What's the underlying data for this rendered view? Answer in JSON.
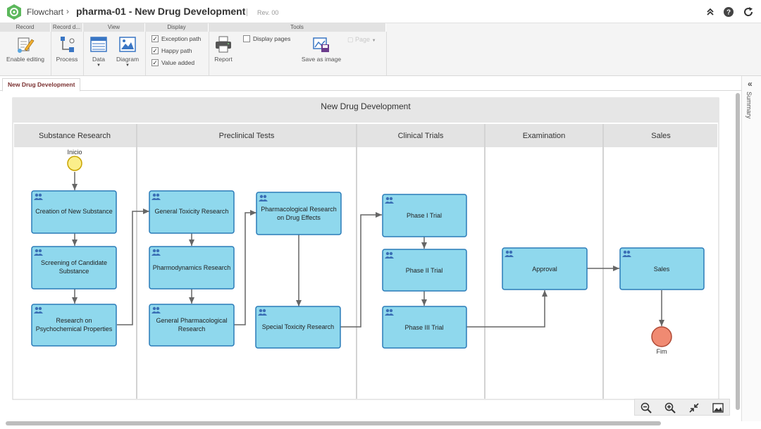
{
  "header": {
    "app_name": "Flowchart",
    "title": "pharma-01 - New Drug Development",
    "revision": "Rev. 00"
  },
  "ribbon": {
    "groups": {
      "record": "Record",
      "record_d": "Record d...",
      "view": "View",
      "display": "Display",
      "tools": "Tools"
    },
    "buttons": {
      "enable_editing": "Enable editing",
      "process": "Process",
      "data": "Data",
      "diagram": "Diagram",
      "report": "Report",
      "save_as_image": "Save as image",
      "page": "Page"
    },
    "checkboxes": {
      "exception_path": "Exception path",
      "happy_path": "Happy path",
      "value_added": "Value added",
      "display_pages": "Display pages"
    },
    "checked": {
      "exception_path": true,
      "happy_path": true,
      "value_added": true,
      "display_pages": false
    }
  },
  "tabs": {
    "active": "New Drug Development"
  },
  "sidebar": {
    "summary": "Summary"
  },
  "diagram": {
    "pool_title": "New Drug Development",
    "lanes": [
      "Substance Research",
      "Preclinical Tests",
      "Clinical Trials",
      "Examination",
      "Sales"
    ],
    "start_event": "Inicio",
    "end_event": "Fim",
    "tasks": {
      "creation": [
        "Creation of New Substance"
      ],
      "screening": [
        "Screening of Candidate",
        "Substance"
      ],
      "research": [
        "Research on",
        "Psychochemical Properties"
      ],
      "gen_tox": [
        "General Toxicity Research"
      ],
      "pharmodyn": [
        "Pharmodynamics Research"
      ],
      "gen_pharm": [
        "General Pharmacological",
        "Research"
      ],
      "pharm_eff": [
        "Pharmacological Research",
        "on Drug Effects"
      ],
      "special_tox": [
        "Special Toxicity Research"
      ],
      "phase1": [
        "Phase I Trial"
      ],
      "phase2": [
        "Phase II Trial"
      ],
      "phase3": [
        "Phase III Trial"
      ],
      "approval": [
        "Approval"
      ],
      "sales": [
        "Sales"
      ]
    },
    "colors": {
      "task_fill": "#8fd8ed",
      "task_stroke": "#2a7bb8",
      "start_fill": "#fbee8a",
      "end_fill": "#f08a72",
      "connector": "#666666"
    }
  }
}
